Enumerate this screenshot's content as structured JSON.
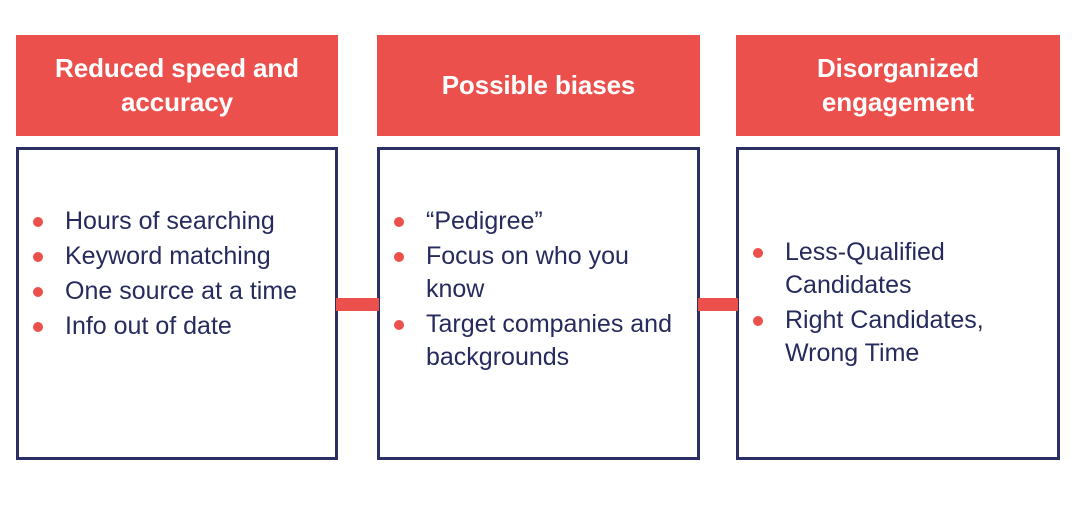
{
  "theme": {
    "accent_red": "#ec504c",
    "navy_border": "#2b2f63",
    "body_text": "#262a5c",
    "header_text": "#ffffff",
    "background": "#ffffff"
  },
  "diagram": {
    "type": "three-column-comparison",
    "columns": [
      {
        "header": "Reduced speed and accuracy",
        "bullets": [
          "Hours of searching",
          "Keyword matching",
          "One source at a time",
          "Info out of date"
        ]
      },
      {
        "header": "Possible biases",
        "bullets": [
          "“Pedigree”",
          "Focus on who you know",
          "Target companies and backgrounds"
        ]
      },
      {
        "header": "Disorganized engagement",
        "bullets": [
          "Less-Qualified Candidates",
          "Right Candidates, Wrong Time"
        ]
      }
    ],
    "connectors": [
      {
        "name": "connector-1-2"
      },
      {
        "name": "connector-2-3"
      }
    ]
  }
}
